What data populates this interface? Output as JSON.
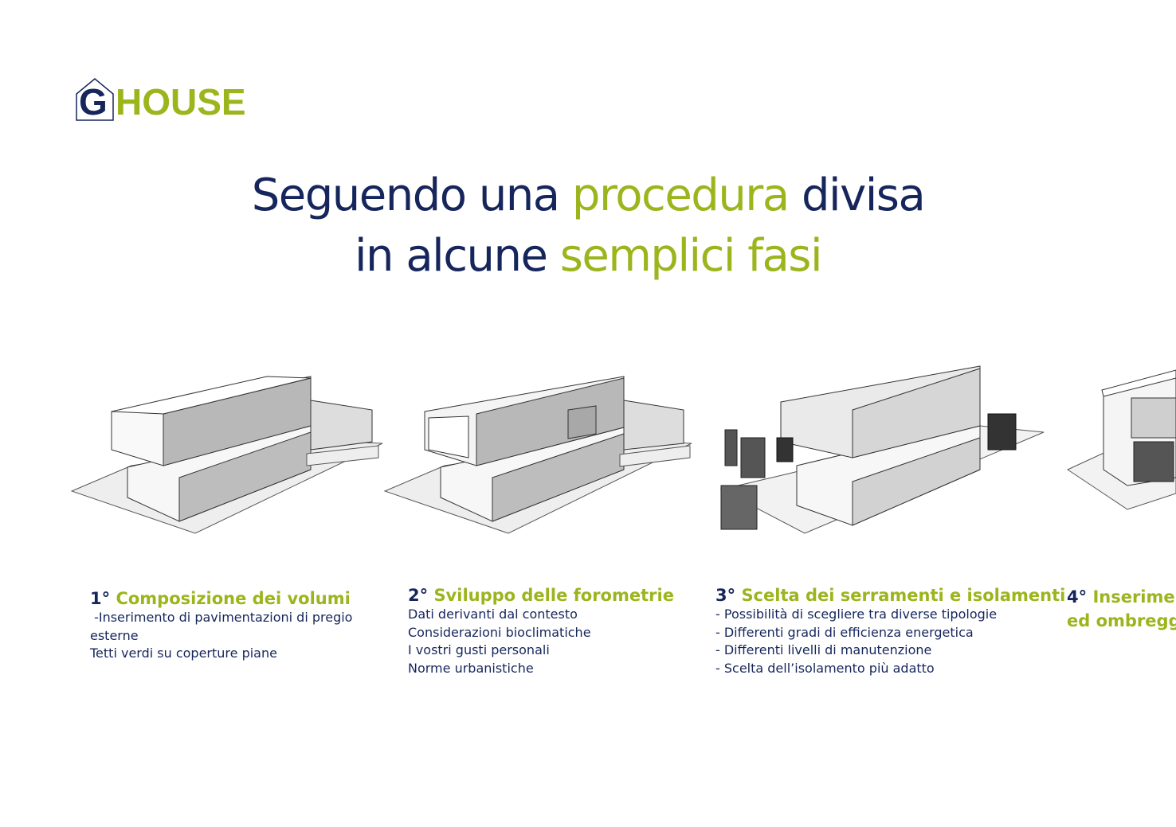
{
  "logo": {
    "letter": "G",
    "word": "HOUSE"
  },
  "headline": {
    "line1": [
      {
        "text": "Seguendo una ",
        "accent": false
      },
      {
        "text": "procedura",
        "accent": true
      },
      {
        "text": " divisa",
        "accent": false
      }
    ],
    "line2": [
      {
        "text": "in alcune ",
        "accent": false
      },
      {
        "text": "semplici fasi",
        "accent": true
      }
    ]
  },
  "colors": {
    "navy": "#16265c",
    "green": "#9bb51c"
  },
  "steps": [
    {
      "num": "1°",
      "title": "Composizione dei volumi",
      "lines": [
        " -Inserimento di pavimentazioni di pregio",
        "esterne",
        "Tetti verdi su coperture piane"
      ]
    },
    {
      "num": "2°",
      "title": "Sviluppo delle forometrie",
      "lines": [
        "Dati derivanti dal contesto",
        "Considerazioni bioclimatiche",
        "I vostri gusti personali",
        "Norme urbanistiche"
      ]
    },
    {
      "num": "3°",
      "title": "Scelta dei serramenti e isolamenti",
      "lines": [
        "- Possibilità di scegliere tra diverse tipologie",
        "- Differenti gradi di efficienza energetica",
        "- Differenti livelli di manutenzione",
        "- Scelta dell’isolamento più adatto"
      ]
    },
    {
      "num": "4°",
      "title": "Inserimen",
      "title2": "ed ombregg",
      "lines": []
    }
  ]
}
